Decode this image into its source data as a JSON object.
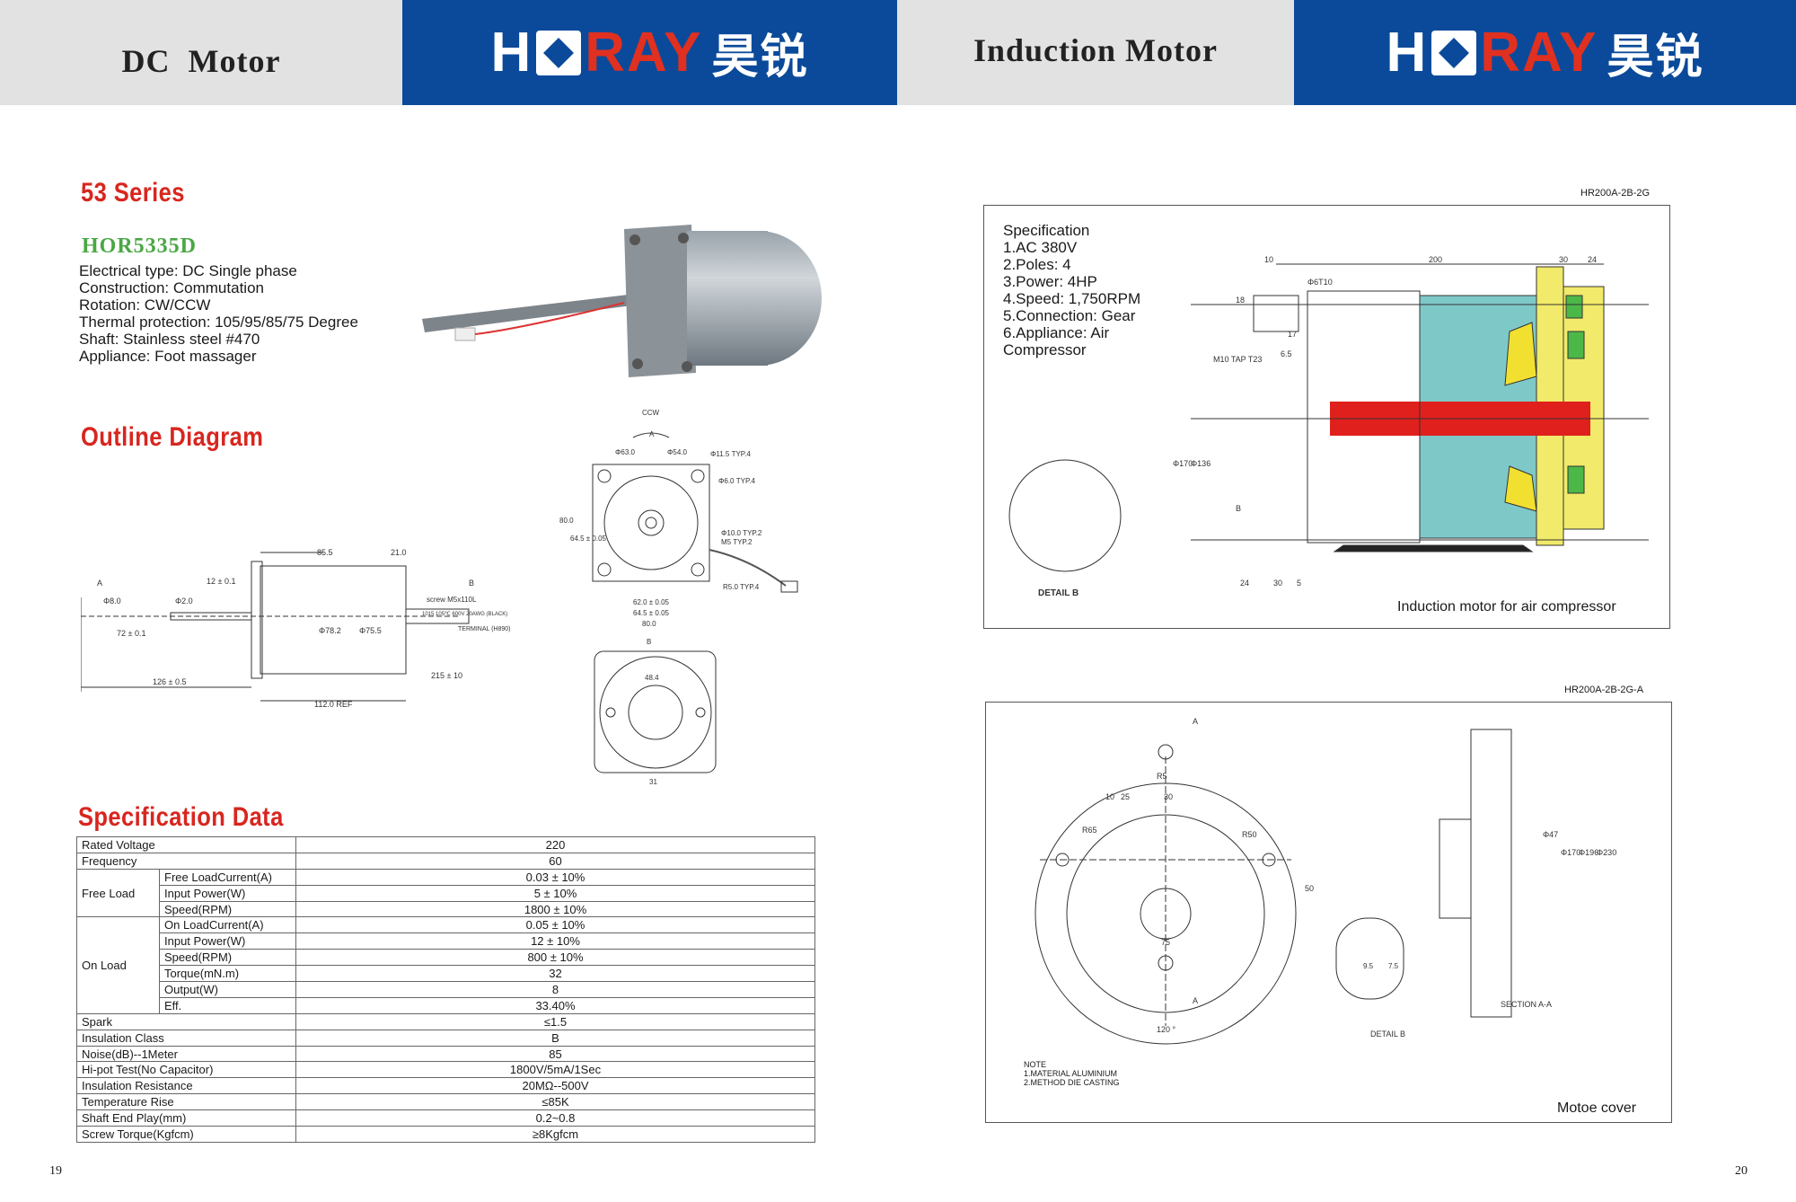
{
  "header": {
    "left_title": "DC  Motor",
    "right_title": "Induction Motor",
    "logo_text_h": "H",
    "logo_text_ray": "RAY",
    "logo_chinese": "昊锐"
  },
  "left": {
    "series_title": "53 Series",
    "model": "HOR5335D",
    "specs": [
      "Electrical type: DC Single phase",
      "Construction: Commutation",
      "Rotation: CW/CCW",
      "Thermal protection: 105/95/85/75 Degree",
      "Shaft: Stainless steel #470",
      "Appliance: Foot massager"
    ],
    "outline_title": "Outline Diagram",
    "outline_labels": {
      "d85": "85.5",
      "d21": "21.0",
      "d12": "12 ± 0.1",
      "d72": "72 ± 0.1",
      "d126": "126 ± 0.5",
      "d112": "112.0 REF",
      "d215": "215 ± 10",
      "phi8": "Φ8.0",
      "phi2": "Φ2.0",
      "phi78": "Φ78.2",
      "phi75": "Φ75.5",
      "screw": "screw  M5x110L",
      "terminal": "TERMINAL (H890)",
      "wire": "1015 105℃ 600V 20AWG (BLACK)",
      "a": "A",
      "b": "B",
      "ccw": "CCW",
      "phi63": "Φ63.0",
      "phi54": "Φ54.0",
      "typ115": "Φ11.5 TYP.4",
      "typ6": "Φ6.0 TYP.4",
      "typ10": "Φ10.0 TYP.2",
      "m5": "M5 TYP.2",
      "r5": "R5.0 TYP.4",
      "d80": "80.0",
      "d645": "64.5 ± 0.05",
      "d62": "62.0 ± 0.05",
      "d645b": "64.5 ± 0.05",
      "d80b": "80.0",
      "d484": "48.4",
      "d31": "31"
    },
    "spec_data_title": "Specification Data",
    "table": [
      {
        "label": "Rated Voltage",
        "value": "220"
      },
      {
        "label": "Frequency",
        "value": "60"
      },
      {
        "group": "Free Load",
        "rows": [
          {
            "label": "Free LoadCurrent(A)",
            "value": "0.03 ± 10%"
          },
          {
            "label": "Input Power(W)",
            "value": "5 ± 10%"
          },
          {
            "label": "Speed(RPM)",
            "value": "1800 ± 10%"
          }
        ]
      },
      {
        "group": "On Load",
        "rows": [
          {
            "label": "On LoadCurrent(A)",
            "value": "0.05 ± 10%"
          },
          {
            "label": "Input Power(W)",
            "value": "12 ± 10%"
          },
          {
            "label": "Speed(RPM)",
            "value": "800 ± 10%"
          },
          {
            "label": "Torque(mN.m)",
            "value": "32"
          },
          {
            "label": "Output(W)",
            "value": "8"
          },
          {
            "label": "Eff.",
            "value": "33.40%"
          }
        ]
      },
      {
        "label": "Spark",
        "value": "≤1.5"
      },
      {
        "label": "Insulation Class",
        "value": "B"
      },
      {
        "label": "Noise(dB)--1Meter",
        "value": "85"
      },
      {
        "label": "Hi-pot Test(No Capacitor)",
        "value": "1800V/5mA/1Sec"
      },
      {
        "label": "Insulation Resistance",
        "value": "20MΩ--500V"
      },
      {
        "label": "Temperature Rise",
        "value": "≤85K"
      },
      {
        "label": "Shaft End Play(mm)",
        "value": "0.2~0.8"
      },
      {
        "label": "Screw Torque(Kgfcm)",
        "value": "≥8Kgfcm"
      }
    ],
    "page_number": "19"
  },
  "right": {
    "drawing1_code": "HR200A-2B-2G",
    "spec_lines": [
      "Specification",
      "1.AC  380V",
      "2.Poles: 4",
      "3.Power: 4HP",
      "4.Speed: 1,750RPM",
      "5.Connection: Gear",
      "6.Appliance: Air",
      "Compressor"
    ],
    "d1_labels": {
      "d10": "10",
      "d200": "200",
      "d30": "30",
      "d24": "24",
      "phi6": "Φ6T10",
      "d18": "18",
      "d17": "17",
      "d65": "6.5",
      "m10": "M10 TAP T23",
      "phi170": "Φ170",
      "phi136": "Φ136",
      "detail": "DETAIL B",
      "b24": "24",
      "b30": "30",
      "b5": "5",
      "b": "B"
    },
    "caption1": "Induction motor for air compressor",
    "drawing2_code": "HR200A-2B-2G-A",
    "d2_labels": {
      "a": "A",
      "r5": "R5",
      "d10": "10",
      "d25": "25",
      "d30": "30",
      "r65": "R65",
      "r50": "R50",
      "d50": "50",
      "d75": "75",
      "d120": "120 °",
      "detail": "DETAIL B",
      "section": "SECTION A-A",
      "phi170": "Φ170",
      "phi196": "Φ196",
      "phi230": "Φ230",
      "phi47": "Φ47",
      "d95": "9.5",
      "d75b": "7.5"
    },
    "note": [
      "NOTE",
      "1.MATERIAL    ALUMINIUM",
      "2.METHOD   DIE CASTING"
    ],
    "caption2": "Motoe cover",
    "page_number": "20"
  },
  "colors": {
    "brand_blue": "#0b4a9a",
    "title_red": "#d8261f",
    "model_green": "#4aa745",
    "cyan": "#7fc8c8",
    "yellow": "#f2ea6a",
    "red_shaft": "#e0201c",
    "green": "#4cb848"
  }
}
